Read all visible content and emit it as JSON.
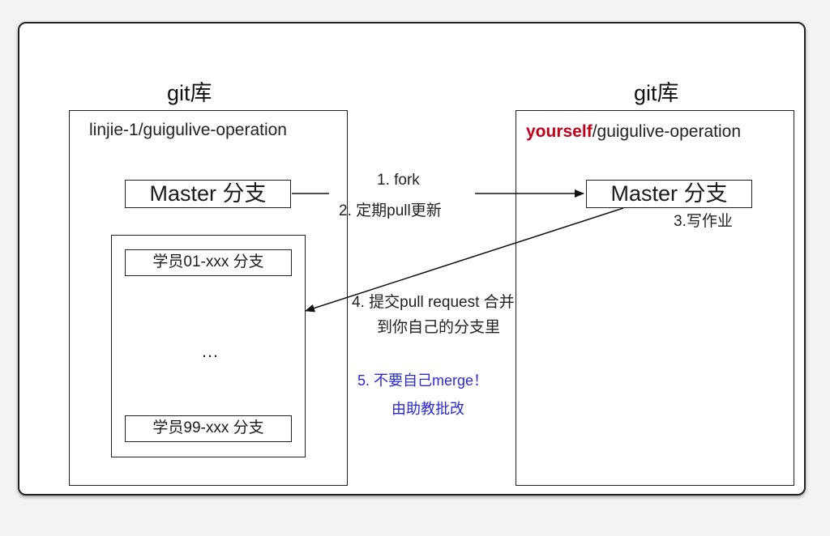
{
  "left_repo": {
    "title": "git库",
    "name": "linjie-1/guigulive-operation",
    "master_label": "Master 分支",
    "branches": [
      "学员01-xxx 分支",
      "学员99-xxx 分支"
    ],
    "ellipsis": "…"
  },
  "right_repo": {
    "title": "git库",
    "owner": "yourself",
    "name_rest": "/guigulive-operation",
    "master_label": "Master 分支",
    "task": "3.写作业"
  },
  "steps": {
    "step1": "1. fork",
    "step2": "2. 定期pull更新",
    "step4_line1": "4. 提交pull request 合并",
    "step4_line2": "到你自己的分支里",
    "step5_line1": "5. 不要自己merge！",
    "step5_line2": "由助教批改"
  },
  "colors": {
    "owner": "#c0001a",
    "note_blue": "#2a2ad6"
  }
}
